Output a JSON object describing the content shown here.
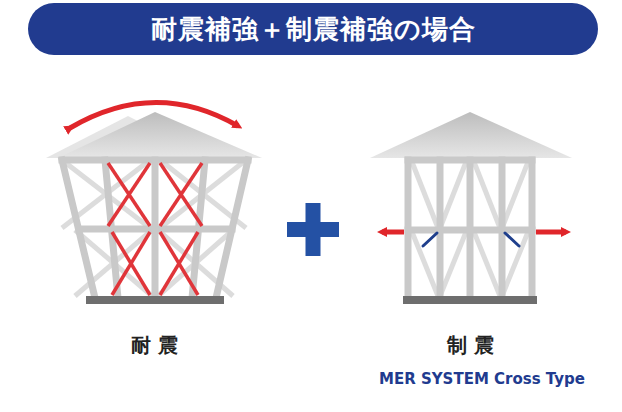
{
  "diagram": {
    "title": "耐震補強＋制震補強の場合",
    "labels": [
      "耐震",
      "制震",
      "MER SYSTEM Cross Type"
    ]
  }
}
